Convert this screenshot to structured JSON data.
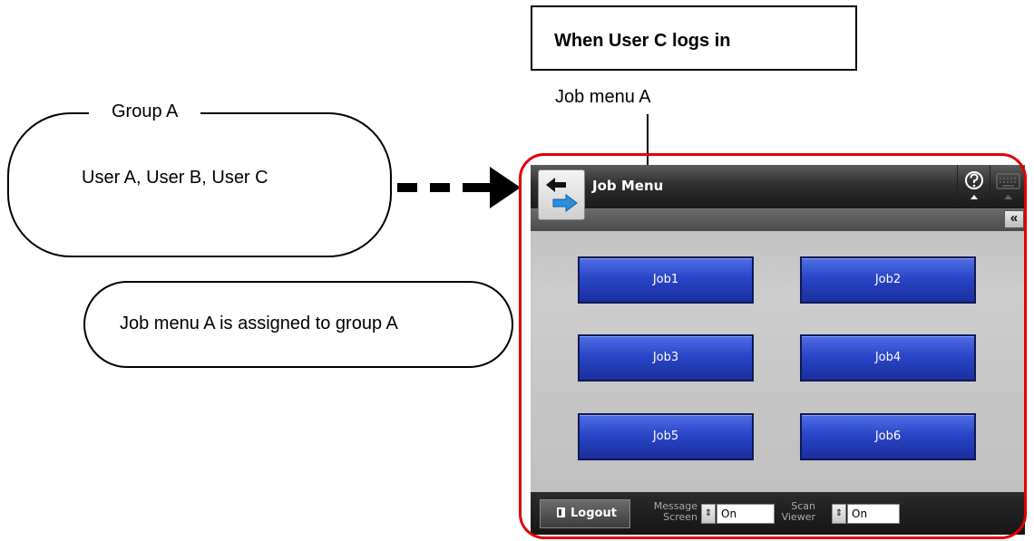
{
  "title_box": {
    "text": "When User C logs in"
  },
  "job_menu_label": "Job menu A",
  "group": {
    "label": "Group A",
    "users": "User A, User B, User C"
  },
  "assigned_note": "Job menu A is assigned to group A",
  "screen": {
    "header_title": "Job Menu",
    "help_icon": "question-mark-icon",
    "keyboard_icon": "keyboard-icon",
    "collapse_label": "«",
    "jobs": [
      "Job1",
      "Job2",
      "Job3",
      "Job4",
      "Job5",
      "Job6"
    ],
    "footer": {
      "logout_label": "Logout",
      "message_screen_label_1": "Message",
      "message_screen_label_2": "Screen",
      "message_screen_value": "On",
      "scan_viewer_label_1": "Scan",
      "scan_viewer_label_2": "Viewer",
      "scan_viewer_value": "On",
      "stepper_glyph": "⇕"
    }
  },
  "colors": {
    "highlight_frame": "#e30000",
    "job_button": "#2a45c8"
  }
}
